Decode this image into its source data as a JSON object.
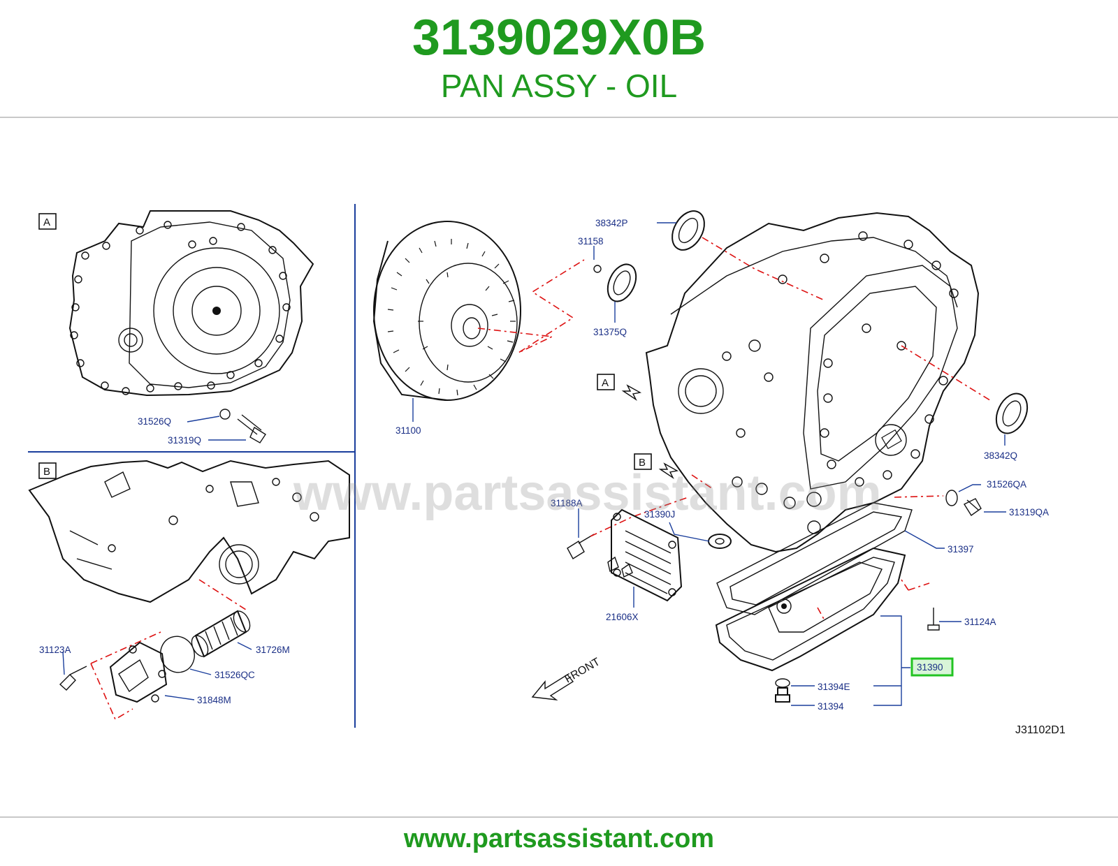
{
  "header": {
    "part_number": "3139029X0B",
    "description": "PAN ASSY - OIL"
  },
  "footer": {
    "url": "www.partsassistant.com"
  },
  "watermark": "www.partsassistant.com",
  "diagram": {
    "reference": "J31102D1",
    "inset_a_label": "A",
    "inset_b_label": "B",
    "main_a_label": "A",
    "main_b_label": "B",
    "front_label": "FRONT",
    "highlighted_part": "31390",
    "parts": {
      "p31526Q": "31526Q",
      "p31319Q": "31319Q",
      "p31123A": "31123A",
      "p31726M": "31726M",
      "p31526QC": "31526QC",
      "p31848M": "31848M",
      "p31100": "31100",
      "p31158": "31158",
      "p38342P": "38342P",
      "p31375Q": "31375Q",
      "p38342Q": "38342Q",
      "p31526QA": "31526QA",
      "p31319QA": "31319QA",
      "p31188A": "31188A",
      "p31390J": "31390J",
      "p31397": "31397",
      "p21606X": "21606X",
      "p31124A": "31124A",
      "p31390": "31390",
      "p31394E": "31394E",
      "p31394": "31394"
    }
  },
  "colors": {
    "brand_green": "#1f9a1f",
    "label_blue": "#1a2f86",
    "highlight_box": "#22c322",
    "exploded_line_red": "#dd1111"
  }
}
